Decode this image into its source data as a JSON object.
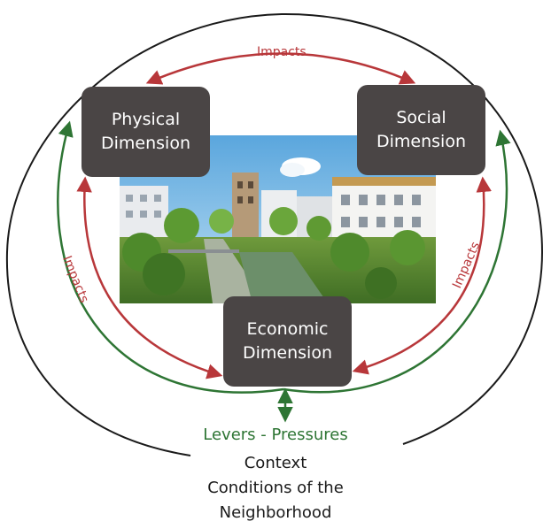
{
  "diagram": {
    "boxes": {
      "physical": {
        "line1": "Physical",
        "line2": "Dimension"
      },
      "social": {
        "line1": "Social",
        "line2": "Dimension"
      },
      "economic": {
        "line1": "Economic",
        "line2": "Dimension"
      }
    },
    "arrow_labels": {
      "top": "Impacts",
      "left": "Impacts",
      "right": "Impacts"
    },
    "levers_label": "Levers - Pressures",
    "context": {
      "line1": "Context",
      "line2": "Conditions of the",
      "line3": "Neighborhood"
    },
    "colors": {
      "box": "#4a4545",
      "impacts": "#b8373a",
      "levers": "#2e7534",
      "outer_ring": "#1a1a1a"
    }
  }
}
